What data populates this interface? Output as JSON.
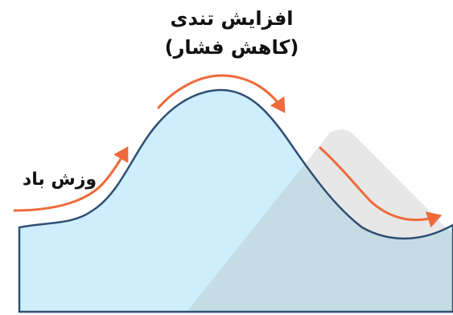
{
  "labels": {
    "title_line_1": "افزایش تندی",
    "title_line_2": "(کاهش فشار)",
    "wind": "وزش باد"
  },
  "colors": {
    "hill_fill": "#cdeefc",
    "hill_outline": "#2f4f73",
    "wind_arrow": "#ef6a3a",
    "overlay_fill": "#b9b9b9",
    "background": "#ffffff"
  }
}
